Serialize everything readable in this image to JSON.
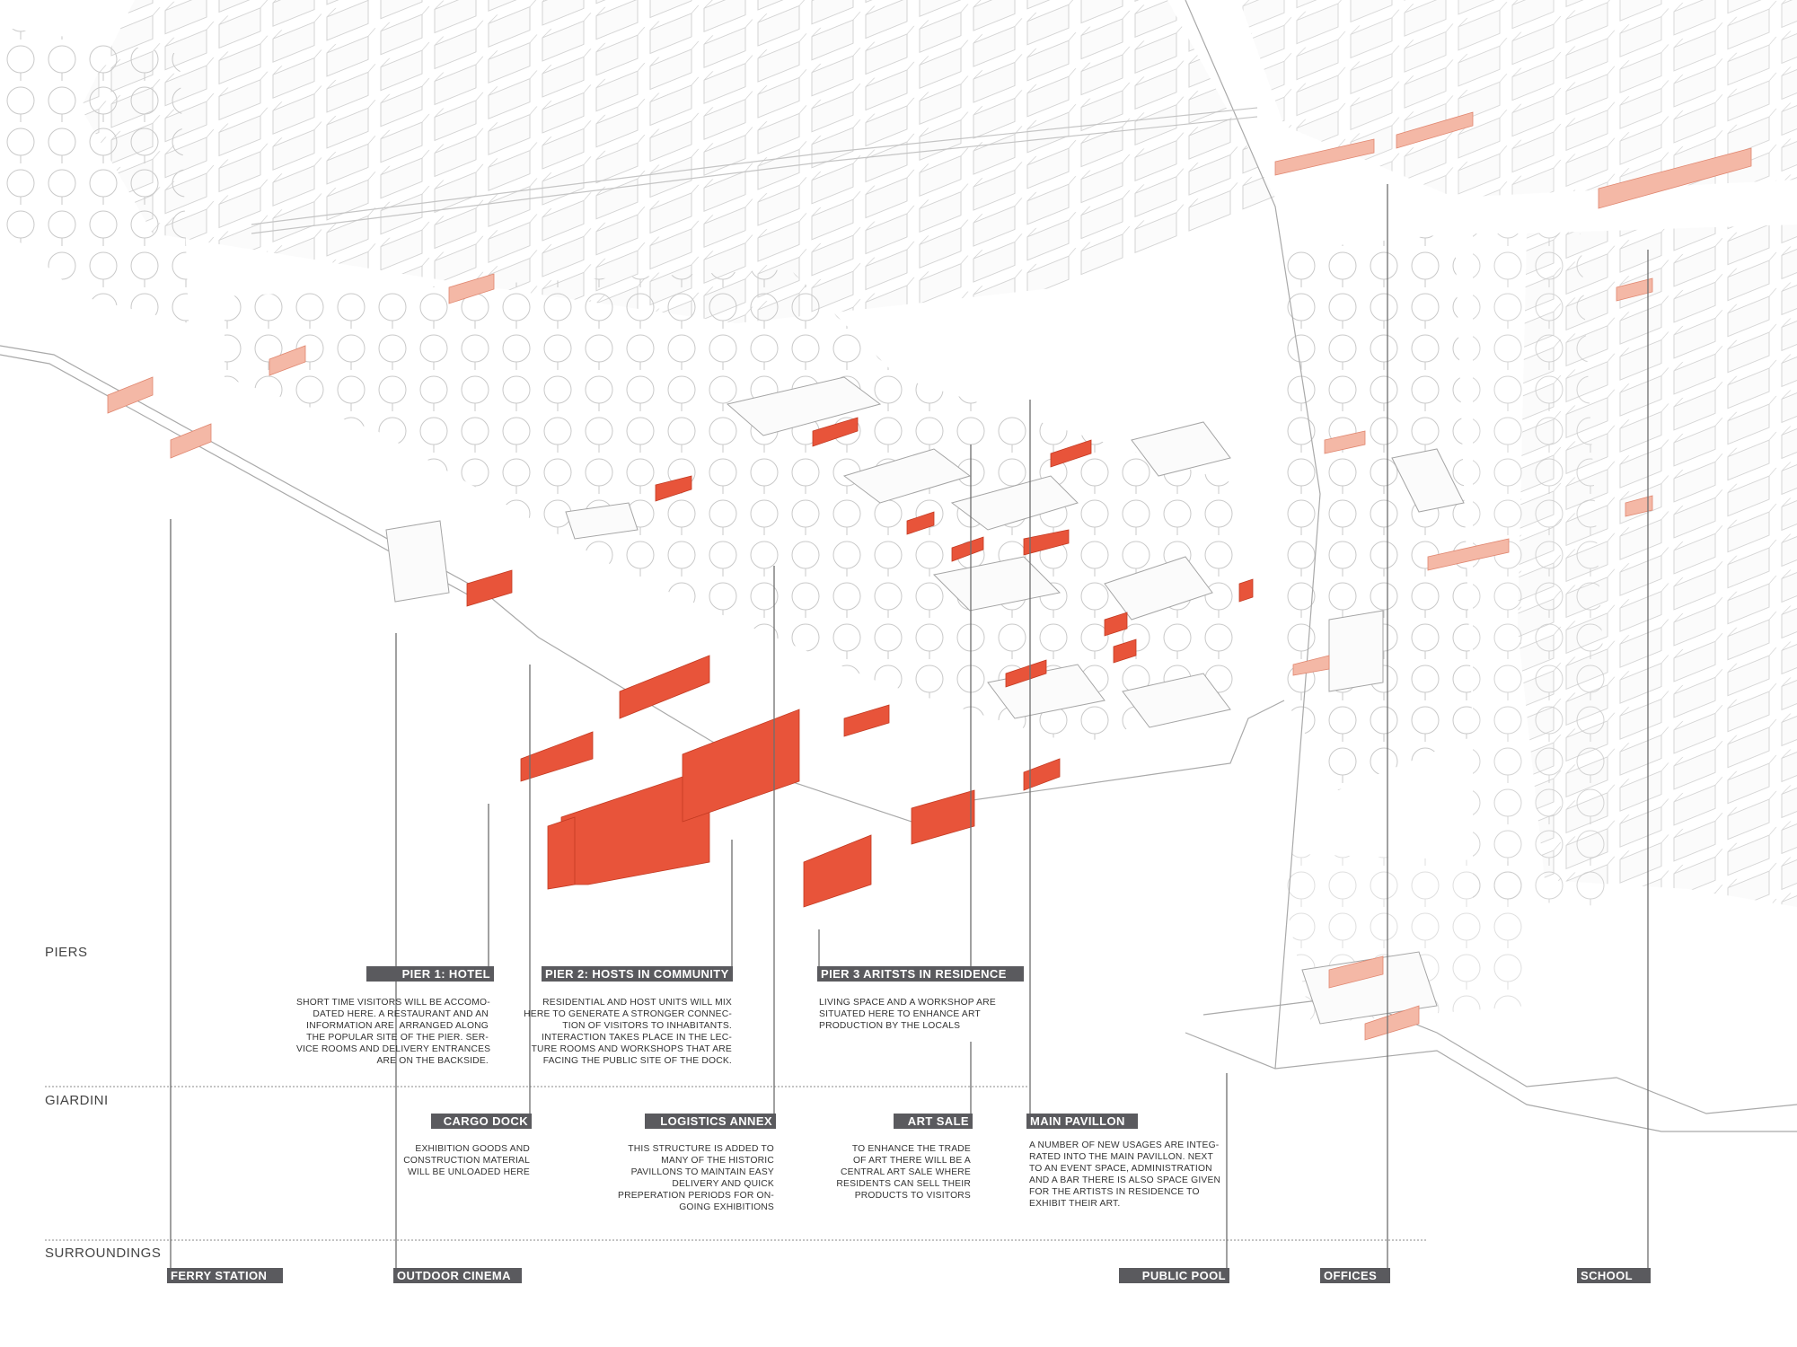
{
  "sections": {
    "piers": "PIERS",
    "giardini": "GIARDINI",
    "surroundings": "SURROUNDINGS"
  },
  "piers": {
    "hotel": {
      "title": "PIER 1: HOTEL",
      "text": "SHORT TIME VISITORS WILL BE ACCOMO-\nDATED HERE. A RESTAURANT AND AN\nINFORMATION ARE  ARRANGED ALONG\nTHE POPULAR SITE OF THE PIER. SER-\nVICE ROOMS AND DELIVERY ENTRANCES\nARE ON THE BACKSIDE."
    },
    "community": {
      "title": "PIER 2: HOSTS IN COMMUNITY",
      "text": "RESIDENTIAL AND HOST UNITS WILL MIX\nHERE TO GENERATE A STRONGER CONNEC-\nTION OF VISITORS TO INHABITANTS.\nINTERACTION TAKES PLACE IN THE LEC-\nTURE ROOMS AND WORKSHOPS THAT ARE\nFACING THE PUBLIC SITE OF THE DOCK."
    },
    "residence": {
      "title": "PIER 3 ARITSTS IN RESIDENCE",
      "text": "LIVING SPACE AND A WORKSHOP ARE\nSITUATED HERE TO ENHANCE ART\nPRODUCTION BY THE LOCALS"
    }
  },
  "giardini": {
    "cargo": {
      "title": "CARGO DOCK",
      "text": "EXHIBITION GOODS AND\nCONSTRUCTION MATERIAL\nWILL BE UNLOADED HERE"
    },
    "logistics": {
      "title": "LOGISTICS ANNEX",
      "text": "THIS STRUCTURE IS ADDED TO\nMANY OF THE HISTORIC\nPAVILLONS TO MAINTAIN EASY\nDELIVERY AND QUICK\nPREPERATION PERIODS FOR ON-\nGOING EXHIBITIONS"
    },
    "artsale": {
      "title": "ART SALE",
      "text": "TO ENHANCE THE TRADE\nOF ART THERE WILL BE A\nCENTRAL ART SALE WHERE\nRESIDENTS CAN SELL THEIR\nPRODUCTS TO VISITORS"
    },
    "pavillon": {
      "title": "MAIN PAVILLON",
      "text": "A NUMBER OF NEW USAGES ARE INTEG-\nRATED INTO THE MAIN PAVILLON. NEXT\nTO AN EVENT SPACE, ADMINISTRATION\nAND A BAR THERE IS ALSO SPACE GIVEN\nFOR THE ARTISTS IN RESIDENCE TO\nEXHIBIT THEIR ART."
    }
  },
  "surroundings": {
    "ferry": "FERRY STATION",
    "cinema": "OUTDOOR CINEMA",
    "pool": "PUBLIC POOL",
    "offices": "OFFICES",
    "school": "SCHOOL"
  },
  "colors": {
    "accent": "#e8543a",
    "accent_light": "#f4b8a6",
    "line": "#9a9a9a",
    "tag_bg": "#5a5a5e"
  }
}
